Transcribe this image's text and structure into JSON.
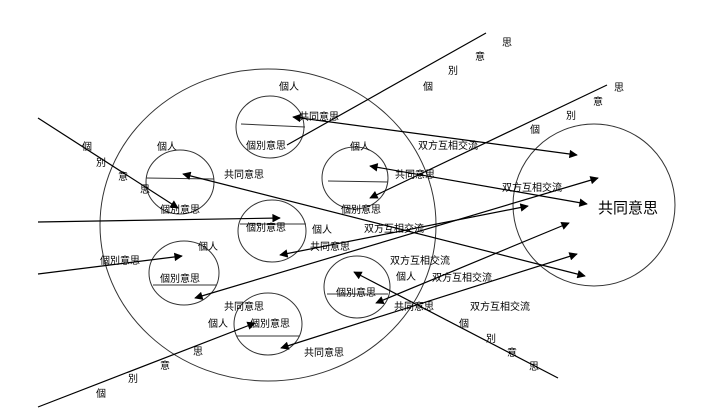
{
  "diagram": {
    "center_label": "共同意思",
    "labels": [
      "個人",
      "共同意思",
      "個別意思",
      "個人",
      "共同意思",
      "個別意思",
      "個人",
      "共同意思",
      "個別意思",
      "双方互相交流",
      "双方互相交流",
      "個別意思",
      "個人",
      "共同意思",
      "双方互相交流",
      "個人",
      "個別意思",
      "個別意思",
      "双方互相交流",
      "個人",
      "双方互相交流",
      "個別意思",
      "共同意思",
      "共同意思",
      "双方互相交流",
      "個人",
      "個別意思",
      "共同意思"
    ],
    "vertical_words": [
      [
        "個",
        "別",
        "意",
        "思"
      ],
      [
        "個",
        "別",
        "意",
        "思"
      ],
      [
        "個",
        "別",
        "意",
        "思"
      ],
      [
        "個",
        "別",
        "意",
        "思"
      ],
      [
        "個",
        "別",
        "意",
        "思"
      ]
    ]
  }
}
